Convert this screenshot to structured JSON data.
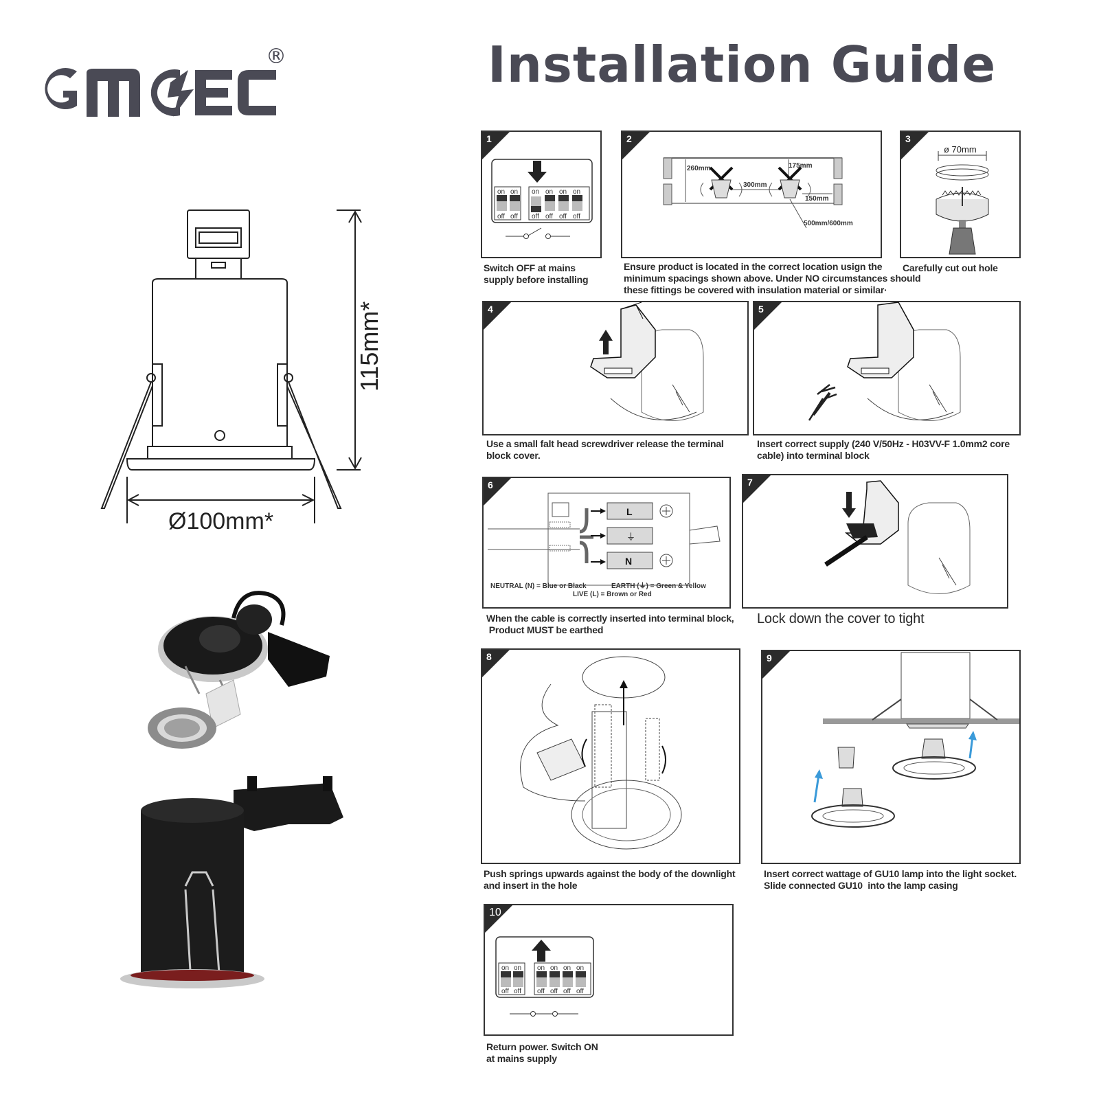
{
  "brand": {
    "logo_text": "GMCEC",
    "registered": "®"
  },
  "title": "Installation Guide",
  "dimensions": {
    "height": "115mm*",
    "diameter": "Ø100mm*"
  },
  "steps": [
    {
      "num": "1",
      "caption": "Switch OFF at mains\nsupply before installing",
      "switch_labels": {
        "on": "on",
        "off": "off"
      }
    },
    {
      "num": "2",
      "caption": "Ensure product is located in the correct location usign the\nminimum spacings shown above. Under NO circumstances should\nthese fittings be covered with insulation material or similar·",
      "labels": {
        "a": "260mm",
        "b": "175mm",
        "c": "300mm",
        "d": "150mm",
        "e": "500mm/600mm"
      }
    },
    {
      "num": "3",
      "caption": "Carefully cut out hole",
      "label": "ø 70mm"
    },
    {
      "num": "4",
      "caption": "Use a small falt head screwdriver release the terminal\nblock cover."
    },
    {
      "num": "5",
      "caption": "Insert correct supply (240 V/50Hz - H03VV-F 1.0mm2 core\ncable) into terminal block"
    },
    {
      "num": "6",
      "caption": "When the cable is correctly inserted into terminal block,\n Product MUST be earthed",
      "terminals": [
        "L",
        "⏚",
        "N"
      ],
      "legend": {
        "neutral": "NEUTRAL (N) = Blue or Black",
        "earth": "EARTH (⏚) = Green & Yellow",
        "live": "LIVE  (L) = Brown or Red"
      }
    },
    {
      "num": "7",
      "caption": "Lock down the cover to tight"
    },
    {
      "num": "8",
      "caption": "Push springs upwards against the body of the downlight\nand insert in the hole"
    },
    {
      "num": "9",
      "caption": "Insert correct wattage of GU10 lamp into the light socket.\nSlide connected GU10  into the lamp casing"
    },
    {
      "num": "10",
      "caption": "Return power. Switch ON\nat mains supply",
      "switch_labels": {
        "on": "on",
        "off": "off"
      }
    }
  ]
}
